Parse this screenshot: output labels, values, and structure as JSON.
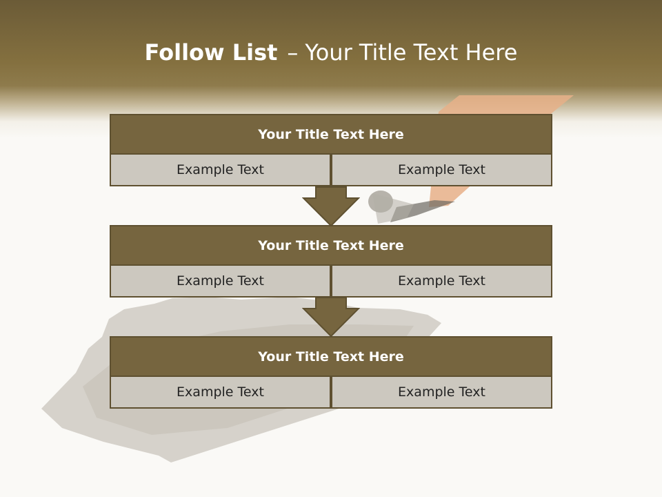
{
  "title": {
    "bold_part": "Follow List",
    "separator": "–",
    "regular_part": "Your Title Text Here"
  },
  "steps": [
    {
      "title": "Your Title Text Here",
      "left_text": "Example Text",
      "right_text": "Example Text"
    },
    {
      "title": "Your Title Text Here",
      "left_text": "Example Text",
      "right_text": "Example Text"
    },
    {
      "title": "Your Title Text Here",
      "left_text": "Example Text",
      "right_text": "Example Text"
    }
  ],
  "colors": {
    "accent": "#76653f",
    "border": "#5e5030",
    "cell_fill": "#ccc8bf",
    "title_text": "#ffffff"
  }
}
